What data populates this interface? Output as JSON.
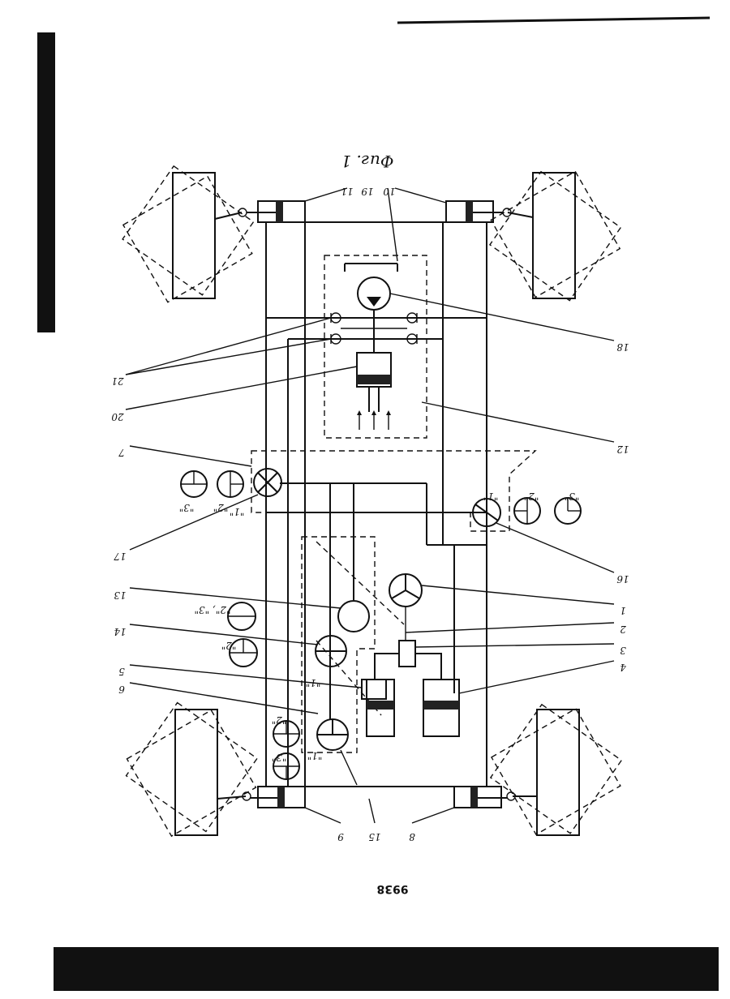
{
  "figure_title": "Фиг. 1",
  "page_number": "9938",
  "callouts": {
    "l10": "10",
    "l19": "19",
    "l11": "11",
    "l18": "18",
    "l21": "21",
    "l20": "20",
    "l12": "12",
    "l7": "7",
    "l17": "17",
    "l16": "16",
    "l13": "13",
    "l14": "14",
    "l1": "1",
    "l2": "2",
    "l3": "3",
    "l4": "4",
    "l5": "5",
    "l6": "6",
    "l9": "9",
    "l15": "15",
    "l8": "8"
  },
  "positions": {
    "p1": "\"1\"",
    "p2": "\"2\"",
    "p3": "\"3\"",
    "q1": "\"1\"",
    "q2": "\"2\"",
    "q3": "\"3\"",
    "r1": "\"1\"",
    "r2": "\"2\"",
    "r23": "\"2\", \"3\"",
    "s1": "\"1\"",
    "s2": "\"2\"",
    "s3": "\"3\""
  }
}
